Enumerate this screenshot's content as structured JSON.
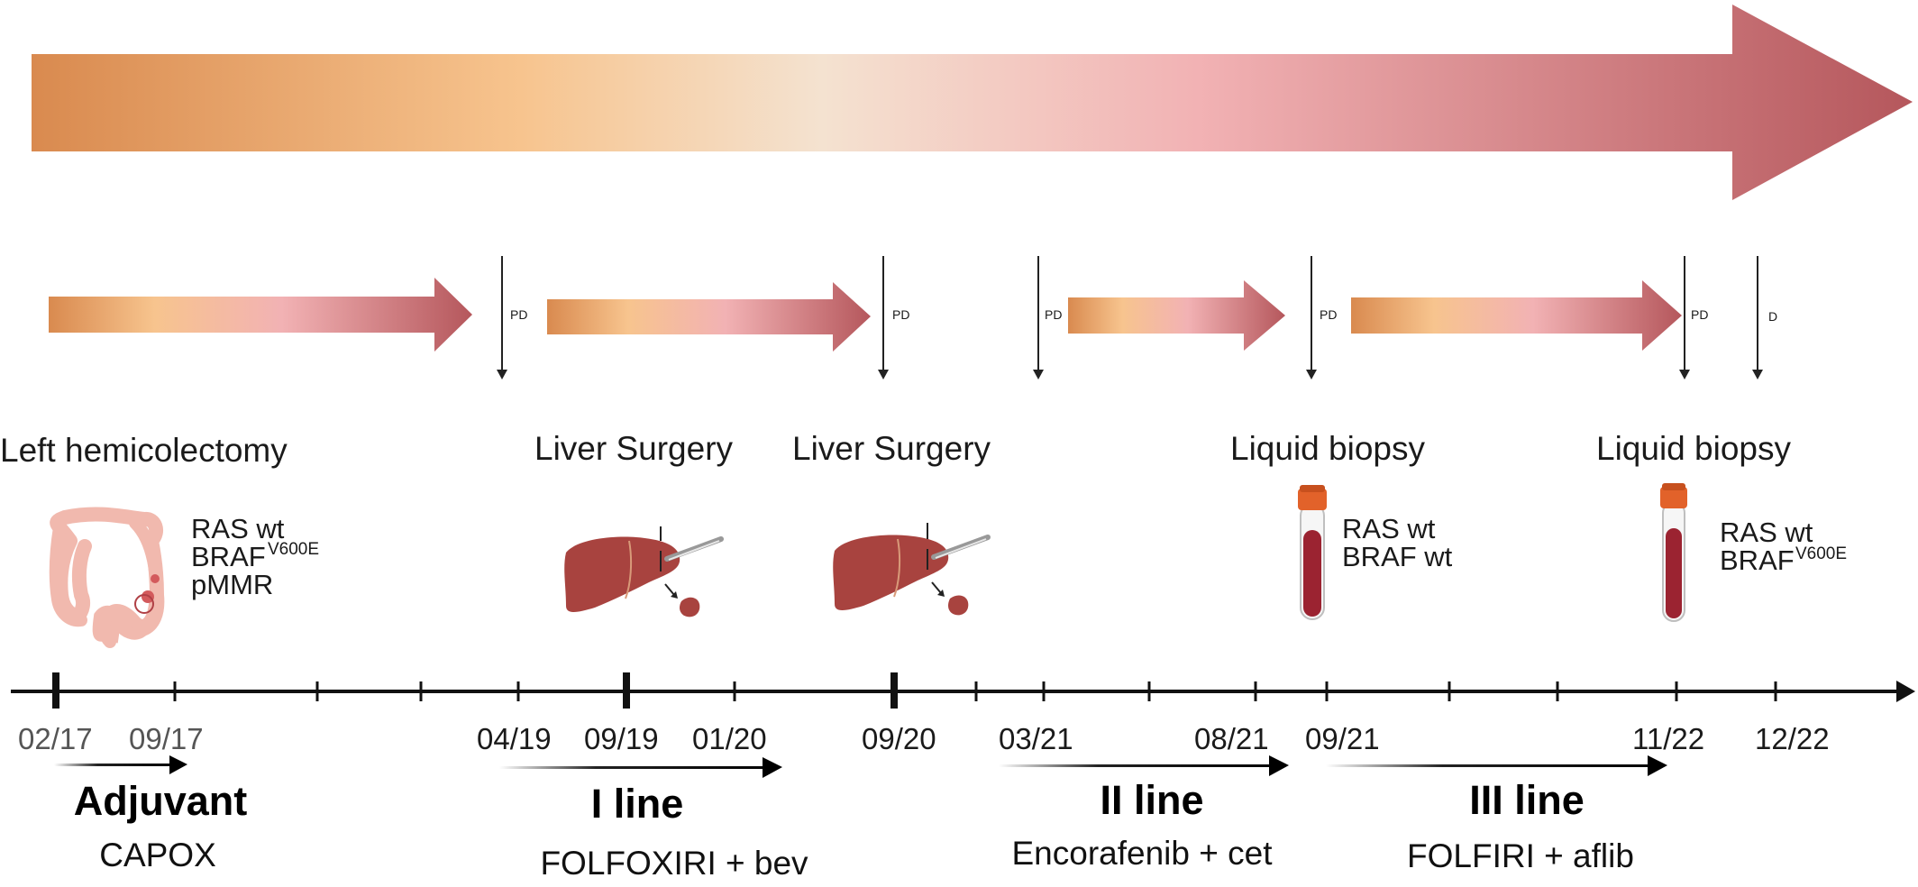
{
  "colors": {
    "gradient_start": "#d98a4f",
    "gradient_mid": "#f7c48e",
    "gradient_pale": "#f4e2d0",
    "gradient_pink": "#f2b2b4",
    "gradient_end": "#b5575c",
    "liver": "#a8433f",
    "blood": "#9b2331",
    "cap": "#e2622a",
    "colon": "#f1b9ae"
  },
  "events": [
    {
      "id": "left-hemicolectomy",
      "label": "Left hemicolectomy",
      "icon": "colon-icon",
      "markers": [
        "RAS wt",
        "BRAF",
        "pMMR"
      ],
      "marker_superscripts": [
        "",
        "V600E",
        ""
      ]
    },
    {
      "id": "liver-surgery-1",
      "label": "Liver Surgery",
      "icon": "liver-resection-icon"
    },
    {
      "id": "liver-surgery-2",
      "label": "Liver Surgery",
      "icon": "liver-resection-icon"
    },
    {
      "id": "liquid-biopsy-1",
      "label": "Liquid biopsy",
      "icon": "blood-tube-icon",
      "markers": [
        "RAS wt",
        "BRAF wt"
      ]
    },
    {
      "id": "liquid-biopsy-2",
      "label": "Liquid biopsy",
      "icon": "blood-tube-icon",
      "markers": [
        "RAS wt",
        "BRAF"
      ],
      "marker_superscripts": [
        "",
        "V600E"
      ]
    }
  ],
  "progression_markers": [
    "PD",
    "PD",
    "PD",
    "PD",
    "PD",
    "D"
  ],
  "dates": [
    "02/17",
    "09/17",
    "04/19",
    "09/19",
    "01/20",
    "09/20",
    "03/21",
    "08/21",
    "09/21",
    "11/22",
    "12/22"
  ],
  "phases": [
    {
      "name": "Adjuvant",
      "regimen": "CAPOX"
    },
    {
      "name": "I line",
      "regimen": "FOLFOXIRI + bev"
    },
    {
      "name": "II line",
      "regimen": "Encorafenib + cet"
    },
    {
      "name": "III line",
      "regimen": "FOLFIRI + aflib"
    }
  ]
}
